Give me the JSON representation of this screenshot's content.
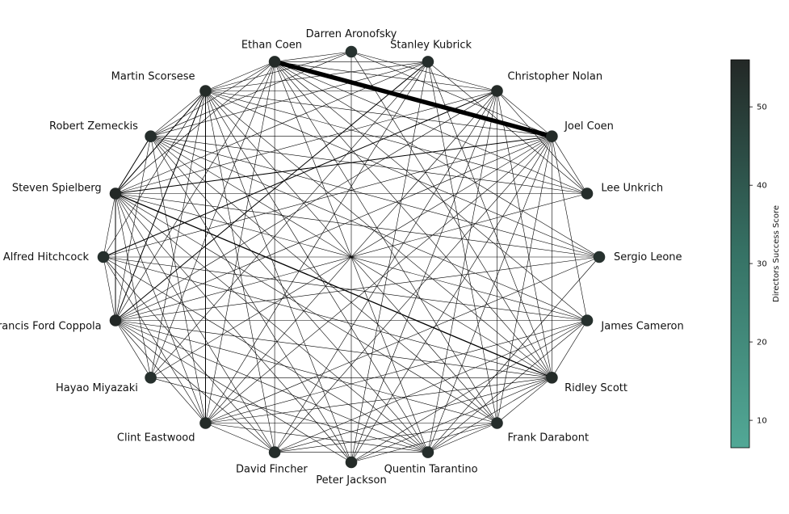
{
  "chart_data": {
    "type": "network",
    "title": "",
    "layout": "circular",
    "node_color_low": "#52a896",
    "node_color_high": "#232826",
    "edge_color": "#000000",
    "nodes": [
      {
        "name": "Sergio Leone",
        "score": 52
      },
      {
        "name": "Lee Unkrich",
        "score": 54
      },
      {
        "name": "Joel Coen",
        "score": 55
      },
      {
        "name": "Christopher Nolan",
        "score": 55
      },
      {
        "name": "Stanley Kubrick",
        "score": 54
      },
      {
        "name": "Darren Aronofsky",
        "score": 52
      },
      {
        "name": "Ethan Coen",
        "score": 55
      },
      {
        "name": "Martin Scorsese",
        "score": 55
      },
      {
        "name": "Robert Zemeckis",
        "score": 54
      },
      {
        "name": "Steven Spielberg",
        "score": 56
      },
      {
        "name": "Alfred Hitchcock",
        "score": 53
      },
      {
        "name": "Francis Ford Coppola",
        "score": 56
      },
      {
        "name": "Hayao Miyazaki",
        "score": 53
      },
      {
        "name": "Clint Eastwood",
        "score": 55
      },
      {
        "name": "David Fincher",
        "score": 54
      },
      {
        "name": "Peter Jackson",
        "score": 55
      },
      {
        "name": "Quentin Tarantino",
        "score": 54
      },
      {
        "name": "Frank Darabont",
        "score": 54
      },
      {
        "name": "Ridley Scott",
        "score": 55
      },
      {
        "name": "James Cameron",
        "score": 53
      }
    ],
    "edges": [
      [
        "Ethan Coen",
        "Joel Coen",
        5.5
      ],
      [
        "Steven Spielberg",
        "Ridley Scott",
        1.3
      ],
      [
        "Martin Scorsese",
        "Steven Spielberg",
        1.0
      ],
      [
        "Steven Spielberg",
        "Francis Ford Coppola",
        1.0
      ],
      [
        "Robert Zemeckis",
        "Steven Spielberg",
        1.0
      ],
      [
        "Alfred Hitchcock",
        "Christopher Nolan",
        1.0
      ],
      [
        "Steven Spielberg",
        "Joel Coen",
        1.0
      ],
      [
        "Francis Ford Coppola",
        "Martin Scorsese",
        1.0
      ],
      [
        "Francis Ford Coppola",
        "Stanley Kubrick",
        1.0
      ],
      [
        "Clint Eastwood",
        "Martin Scorsese",
        1.0
      ],
      [
        "Sergio Leone",
        "Steven Spielberg",
        0.6
      ],
      [
        "Sergio Leone",
        "Alfred Hitchcock",
        0.6
      ],
      [
        "Sergio Leone",
        "Francis Ford Coppola",
        0.6
      ],
      [
        "Sergio Leone",
        "Martin Scorsese",
        0.6
      ],
      [
        "Sergio Leone",
        "Clint Eastwood",
        0.6
      ],
      [
        "Sergio Leone",
        "Quentin Tarantino",
        0.6
      ],
      [
        "Sergio Leone",
        "Ethan Coen",
        0.6
      ],
      [
        "Lee Unkrich",
        "Steven Spielberg",
        0.6
      ],
      [
        "Lee Unkrich",
        "Robert Zemeckis",
        0.6
      ],
      [
        "Lee Unkrich",
        "Martin Scorsese",
        0.6
      ],
      [
        "Lee Unkrich",
        "Ethan Coen",
        0.6
      ],
      [
        "Lee Unkrich",
        "Joel Coen",
        0.6
      ],
      [
        "Lee Unkrich",
        "Francis Ford Coppola",
        0.6
      ],
      [
        "Lee Unkrich",
        "Stanley Kubrick",
        0.6
      ],
      [
        "Joel Coen",
        "Christopher Nolan",
        0.6
      ],
      [
        "Joel Coen",
        "Alfred Hitchcock",
        0.6
      ],
      [
        "Joel Coen",
        "Francis Ford Coppola",
        0.6
      ],
      [
        "Joel Coen",
        "Hayao Miyazaki",
        0.6
      ],
      [
        "Joel Coen",
        "Clint Eastwood",
        0.6
      ],
      [
        "Joel Coen",
        "David Fincher",
        0.6
      ],
      [
        "Joel Coen",
        "Ridley Scott",
        0.6
      ],
      [
        "Joel Coen",
        "Martin Scorsese",
        0.6
      ],
      [
        "Christopher Nolan",
        "Ethan Coen",
        0.6
      ],
      [
        "Christopher Nolan",
        "Martin Scorsese",
        0.6
      ],
      [
        "Christopher Nolan",
        "Steven Spielberg",
        0.6
      ],
      [
        "Christopher Nolan",
        "Clint Eastwood",
        0.6
      ],
      [
        "Christopher Nolan",
        "David Fincher",
        0.6
      ],
      [
        "Christopher Nolan",
        "Quentin Tarantino",
        0.6
      ],
      [
        "Christopher Nolan",
        "Ridley Scott",
        0.6
      ],
      [
        "Christopher Nolan",
        "Lee Unkrich",
        0.6
      ],
      [
        "Stanley Kubrick",
        "Ethan Coen",
        0.6
      ],
      [
        "Stanley Kubrick",
        "Martin Scorsese",
        0.6
      ],
      [
        "Stanley Kubrick",
        "Steven Spielberg",
        0.6
      ],
      [
        "Stanley Kubrick",
        "Robert Zemeckis",
        0.6
      ],
      [
        "Stanley Kubrick",
        "Clint Eastwood",
        0.6
      ],
      [
        "Stanley Kubrick",
        "Peter Jackson",
        0.6
      ],
      [
        "Stanley Kubrick",
        "Ridley Scott",
        0.6
      ],
      [
        "Stanley Kubrick",
        "Frank Darabont",
        0.6
      ],
      [
        "Darren Aronofsky",
        "Ethan Coen",
        0.6
      ],
      [
        "Darren Aronofsky",
        "Joel Coen",
        0.6
      ],
      [
        "Darren Aronofsky",
        "Martin Scorsese",
        0.6
      ],
      [
        "Darren Aronofsky",
        "Christopher Nolan",
        0.6
      ],
      [
        "Darren Aronofsky",
        "Peter Jackson",
        0.6
      ],
      [
        "Darren Aronofsky",
        "Robert Zemeckis",
        0.6
      ],
      [
        "Ethan Coen",
        "Martin Scorsese",
        0.6
      ],
      [
        "Ethan Coen",
        "Robert Zemeckis",
        0.6
      ],
      [
        "Ethan Coen",
        "Steven Spielberg",
        0.6
      ],
      [
        "Ethan Coen",
        "Francis Ford Coppola",
        0.6
      ],
      [
        "Ethan Coen",
        "Hayao Miyazaki",
        0.6
      ],
      [
        "Ethan Coen",
        "Clint Eastwood",
        0.6
      ],
      [
        "Ethan Coen",
        "David Fincher",
        0.6
      ],
      [
        "Ethan Coen",
        "Quentin Tarantino",
        0.6
      ],
      [
        "Ethan Coen",
        "Ridley Scott",
        0.6
      ],
      [
        "Ethan Coen",
        "Frank Darabont",
        0.6
      ],
      [
        "Ethan Coen",
        "James Cameron",
        0.6
      ],
      [
        "Martin Scorsese",
        "Robert Zemeckis",
        0.6
      ],
      [
        "Martin Scorsese",
        "Alfred Hitchcock",
        0.6
      ],
      [
        "Martin Scorsese",
        "Hayao Miyazaki",
        0.6
      ],
      [
        "Martin Scorsese",
        "David Fincher",
        0.6
      ],
      [
        "Martin Scorsese",
        "Peter Jackson",
        0.6
      ],
      [
        "Martin Scorsese",
        "Quentin Tarantino",
        0.6
      ],
      [
        "Martin Scorsese",
        "Ridley Scott",
        0.6
      ],
      [
        "Martin Scorsese",
        "Frank Darabont",
        0.6
      ],
      [
        "Robert Zemeckis",
        "Francis Ford Coppola",
        0.6
      ],
      [
        "Robert Zemeckis",
        "Clint Eastwood",
        0.6
      ],
      [
        "Robert Zemeckis",
        "Peter Jackson",
        0.6
      ],
      [
        "Robert Zemeckis",
        "Ridley Scott",
        0.6
      ],
      [
        "Robert Zemeckis",
        "Frank Darabont",
        0.6
      ],
      [
        "Robert Zemeckis",
        "James Cameron",
        0.6
      ],
      [
        "Robert Zemeckis",
        "Quentin Tarantino",
        0.6
      ],
      [
        "Robert Zemeckis",
        "Joel Coen",
        0.6
      ],
      [
        "Steven Spielberg",
        "Alfred Hitchcock",
        0.6
      ],
      [
        "Steven Spielberg",
        "Hayao Miyazaki",
        0.6
      ],
      [
        "Steven Spielberg",
        "Clint Eastwood",
        0.6
      ],
      [
        "Steven Spielberg",
        "David Fincher",
        0.6
      ],
      [
        "Steven Spielberg",
        "Peter Jackson",
        0.6
      ],
      [
        "Steven Spielberg",
        "Quentin Tarantino",
        0.6
      ],
      [
        "Steven Spielberg",
        "Frank Darabont",
        0.6
      ],
      [
        "Steven Spielberg",
        "James Cameron",
        0.6
      ],
      [
        "Alfred Hitchcock",
        "Francis Ford Coppola",
        0.6
      ],
      [
        "Alfred Hitchcock",
        "Clint Eastwood",
        0.6
      ],
      [
        "Alfred Hitchcock",
        "David Fincher",
        0.6
      ],
      [
        "Alfred Hitchcock",
        "Quentin Tarantino",
        0.6
      ],
      [
        "Alfred Hitchcock",
        "Ridley Scott",
        0.6
      ],
      [
        "Alfred Hitchcock",
        "James Cameron",
        0.6
      ],
      [
        "Francis Ford Coppola",
        "Hayao Miyazaki",
        0.6
      ],
      [
        "Francis Ford Coppola",
        "Clint Eastwood",
        0.6
      ],
      [
        "Francis Ford Coppola",
        "David Fincher",
        0.6
      ],
      [
        "Francis Ford Coppola",
        "Peter Jackson",
        0.6
      ],
      [
        "Francis Ford Coppola",
        "Quentin Tarantino",
        0.6
      ],
      [
        "Francis Ford Coppola",
        "Ridley Scott",
        0.6
      ],
      [
        "Francis Ford Coppola",
        "Frank Darabont",
        0.6
      ],
      [
        "Francis Ford Coppola",
        "James Cameron",
        0.6
      ],
      [
        "Francis Ford Coppola",
        "Christopher Nolan",
        0.6
      ],
      [
        "Hayao Miyazaki",
        "Ridley Scott",
        0.6
      ],
      [
        "Hayao Miyazaki",
        "Quentin Tarantino",
        0.6
      ],
      [
        "Clint Eastwood",
        "David Fincher",
        0.6
      ],
      [
        "Clint Eastwood",
        "Quentin Tarantino",
        0.6
      ],
      [
        "Clint Eastwood",
        "Ridley Scott",
        0.6
      ],
      [
        "Clint Eastwood",
        "Frank Darabont",
        0.6
      ],
      [
        "Clint Eastwood",
        "James Cameron",
        0.6
      ],
      [
        "David Fincher",
        "Quentin Tarantino",
        0.6
      ],
      [
        "David Fincher",
        "Ridley Scott",
        0.6
      ],
      [
        "David Fincher",
        "James Cameron",
        0.6
      ],
      [
        "David Fincher",
        "Frank Darabont",
        0.6
      ],
      [
        "Peter Jackson",
        "Ridley Scott",
        0.6
      ],
      [
        "Peter Jackson",
        "James Cameron",
        0.6
      ],
      [
        "Peter Jackson",
        "Frank Darabont",
        0.6
      ],
      [
        "Quentin Tarantino",
        "Ridley Scott",
        0.6
      ],
      [
        "Quentin Tarantino",
        "Frank Darabont",
        0.6
      ],
      [
        "Quentin Tarantino",
        "James Cameron",
        0.6
      ],
      [
        "Ridley Scott",
        "James Cameron",
        0.6
      ],
      [
        "Ridley Scott",
        "Frank Darabont",
        0.6
      ],
      [
        "Frank Darabont",
        "Joel Coen",
        0.6
      ],
      [
        "James Cameron",
        "Joel Coen",
        0.6
      ],
      [
        "Quentin Tarantino",
        "Joel Coen",
        0.6
      ],
      [
        "Peter Jackson",
        "Joel Coen",
        0.6
      ],
      [
        "Peter Jackson",
        "Christopher Nolan",
        0.6
      ],
      [
        "Frank Darabont",
        "Christopher Nolan",
        0.6
      ],
      [
        "Hayao Miyazaki",
        "Stanley Kubrick",
        0.6
      ],
      [
        "Ridley Scott",
        "Darren Aronofsky",
        0.6
      ],
      [
        "Sergio Leone",
        "Robert Zemeckis",
        0.6
      ]
    ],
    "colorbar": {
      "label": "Directors Success Score",
      "min": 6.5,
      "max": 56,
      "ticks": [
        10,
        20,
        30,
        40,
        50
      ]
    }
  }
}
